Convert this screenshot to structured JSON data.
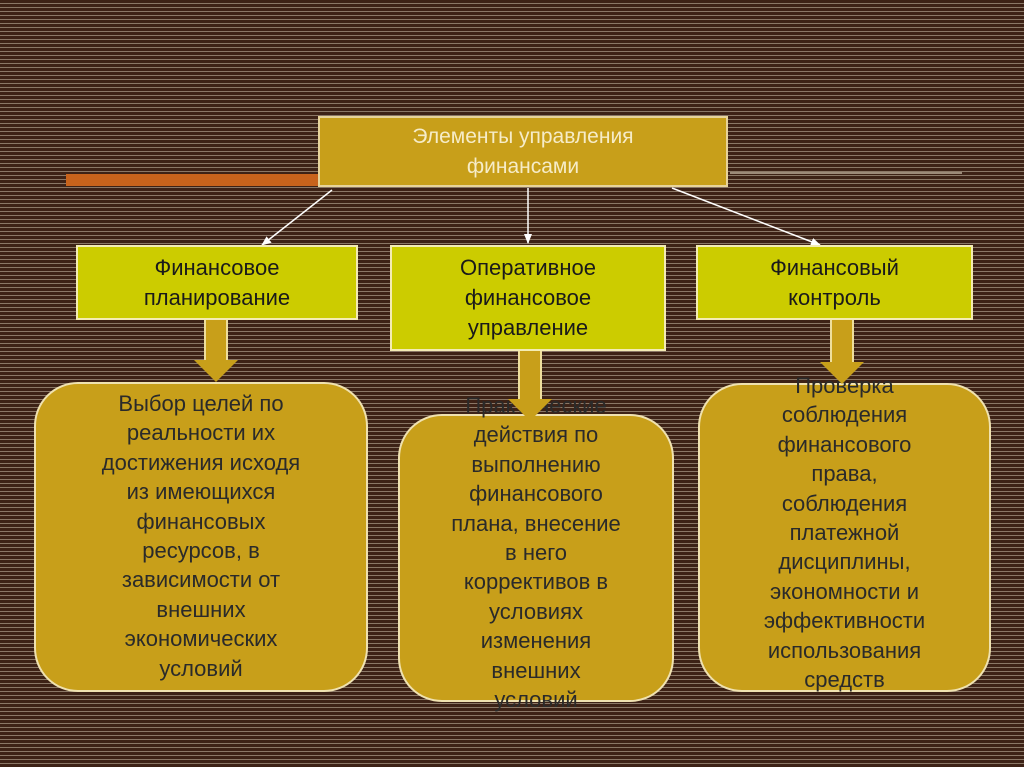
{
  "diagram": {
    "root": {
      "title": "Элементы управления\nфинансами"
    },
    "categories": [
      {
        "label": "Финансовое\nпланирование",
        "detail": "Выбор целей по\nреальности их\nдостижения исходя\nиз имеющихся\nфинансовых\nресурсов, в\nзависимости от\nвнешних\nэкономических\nусловий"
      },
      {
        "label": "Оперативное\nфинансовое\nуправление",
        "detail": "Практические\nдействия по\nвыполнению\nфинансового\nплана, внесение\nв него\nкоррективов в\nусловиях\nизменения\nвнешних\nусловий"
      },
      {
        "label": "Финансовый\nконтроль",
        "detail": "Проверка\nсоблюдения\nфинансового\nправа,\nсоблюдения\nплатежной\nдисциплины,\nэкономности и\nэффективности\nиспользования\nсредств"
      }
    ]
  },
  "colors": {
    "background": "#3d2216",
    "stripe": "#8a7766",
    "gold": "#c89f1a",
    "yellow": "#cccc00",
    "accent_bar": "#c8631c",
    "top_text": "#f6ecc8",
    "body_text": "#2a2a2a"
  },
  "icons": [
    "block-arrow-down-icon",
    "connector-arrow-icon"
  ]
}
